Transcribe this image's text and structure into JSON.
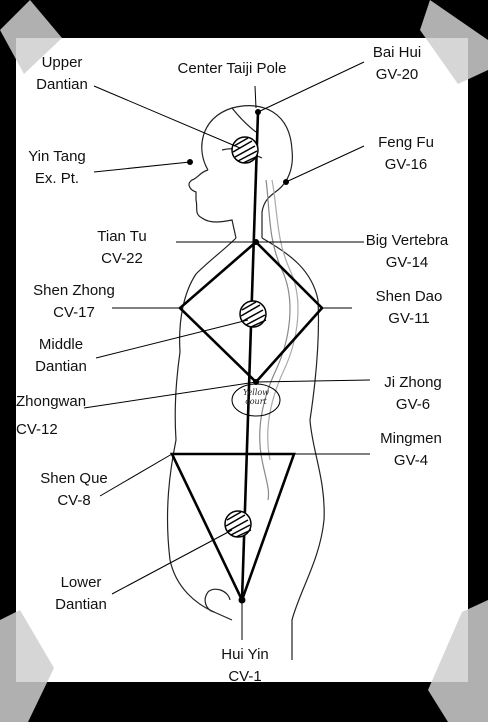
{
  "labels": {
    "upper_dantian": [
      "Upper",
      "Dantian"
    ],
    "center_taiji_pole": "Center Taiji Pole",
    "bai_hui": [
      "Bai Hui",
      "GV-20"
    ],
    "yin_tang": [
      "Yin Tang",
      "Ex. Pt."
    ],
    "feng_fu": [
      "Feng Fu",
      "GV-16"
    ],
    "tian_tu": [
      "Tian Tu",
      "CV-22"
    ],
    "big_vertebra": [
      "Big Vertebra",
      "GV-14"
    ],
    "shen_zhong": [
      "Shen Zhong",
      "CV-17"
    ],
    "shen_dao": [
      "Shen Dao",
      "GV-11"
    ],
    "middle_dantian": [
      "Middle",
      "Dantian"
    ],
    "zhongwan": [
      "Zhongwan",
      "CV-12"
    ],
    "ji_zhong": [
      "Ji Zhong",
      "GV-6"
    ],
    "mingmen": [
      "Mingmen",
      "GV-4"
    ],
    "shen_que": [
      "Shen Que",
      "CV-8"
    ],
    "lower_dantian": [
      "Lower",
      "Dantian"
    ],
    "hui_yin": [
      "Hui Yin",
      "CV-1"
    ],
    "yellow_court": [
      "Yellow",
      "court"
    ]
  }
}
